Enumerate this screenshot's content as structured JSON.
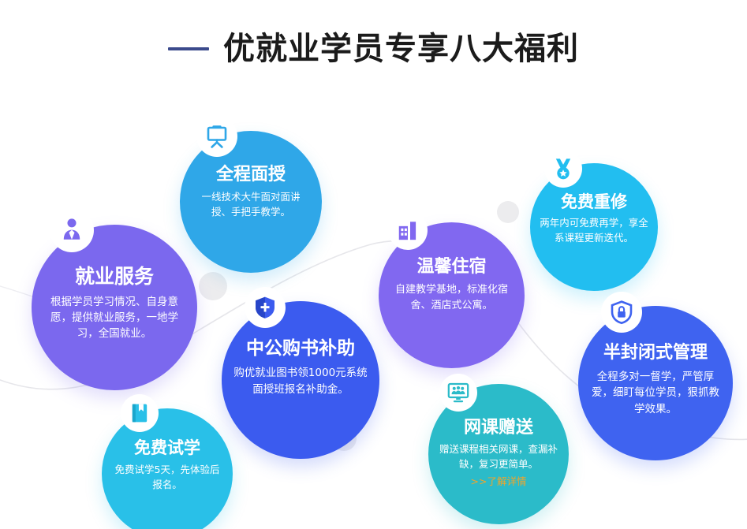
{
  "header": {
    "dash": "—",
    "title": "优就业学员专享八大福利"
  },
  "benefits": [
    {
      "id": "employment-service",
      "title": "就业服务",
      "desc": "根据学员学习情况、自身意愿，提供就业服务，一地学习，全国就业。",
      "icon": "person-tie-icon",
      "color": "#7B68EE"
    },
    {
      "id": "full-face-to-face-teaching",
      "title": "全程面授",
      "desc": "一线技术大牛面对面讲授、手把手教学。",
      "icon": "easel-board-icon",
      "color": "#2FA7E8"
    },
    {
      "id": "book-purchase-subsidy",
      "title": "中公购书补助",
      "desc": "购优就业图书领1000元系统面授班报名补助金。",
      "icon": "shield-icon",
      "color": "#3B5BEF"
    },
    {
      "id": "free-trial-study",
      "title": "免费试学",
      "desc": "免费试学5天，先体验后报名。",
      "icon": "book-icon",
      "color": "#29C0E8"
    },
    {
      "id": "cozy-accommodation",
      "title": "温馨住宿",
      "desc": "自建教学基地，标准化宿舍、酒店式公寓。",
      "icon": "building-icon",
      "color": "#8168F0"
    },
    {
      "id": "free-retake",
      "title": "免费重修",
      "desc": "两年内可免费再学，享全系课程更新迭代。",
      "icon": "medal-icon",
      "color": "#22BEF0"
    },
    {
      "id": "semi-closed-management",
      "title": "半封闭式管理",
      "desc": "全程多对一督学，严管厚爱，细盯每位学员，狠抓教学效果。",
      "icon": "shield-lock-icon",
      "color": "#3F63F0"
    },
    {
      "id": "online-course-gift",
      "title": "网课赠送",
      "desc": "赠送课程相关网课，查漏补缺，复习更简单。",
      "link": ">>了解详情",
      "icon": "monitor-people-icon",
      "color": "#2BBBC9"
    }
  ],
  "theme": {
    "background": "#FFFFFF",
    "title_color": "#1B1B1B",
    "dash_color": "#3B4A8C",
    "link_color": "#F0A52A",
    "deco_circle_color": "#ECECEE"
  }
}
